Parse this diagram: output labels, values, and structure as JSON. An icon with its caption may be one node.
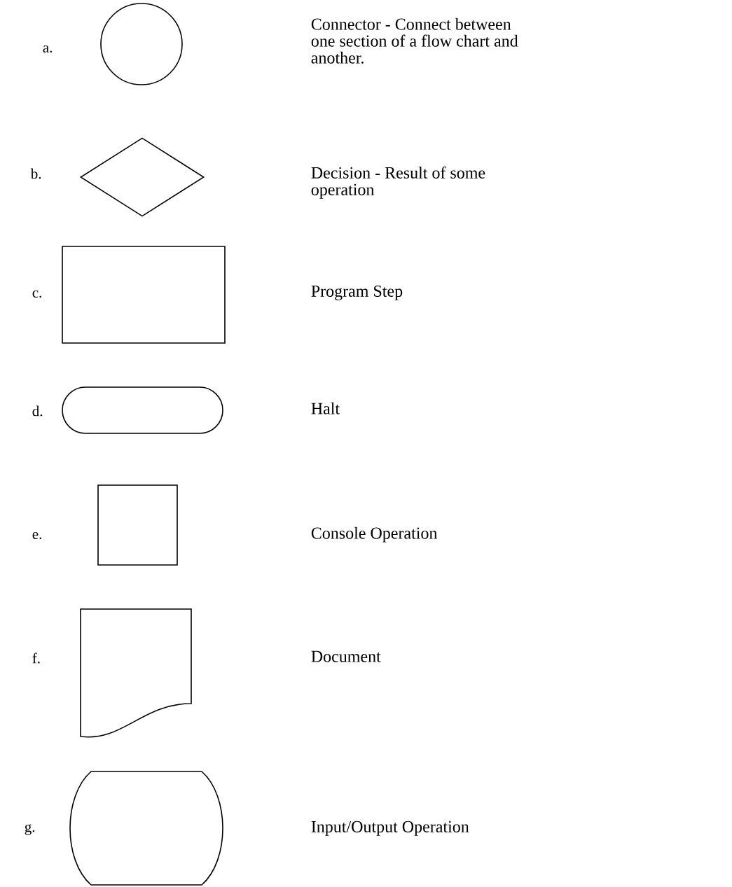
{
  "diagram": {
    "nodes": [
      {
        "text": [],
        "shape": "circle",
        "beside": [
          "a."
        ]
      },
      {
        "text": [],
        "shape": "diamond",
        "beside": [
          "b."
        ]
      },
      {
        "text": [],
        "shape": "box",
        "beside": [
          "c."
        ]
      },
      {
        "text": [],
        "shape": "stadium",
        "beside": [
          "d."
        ]
      },
      {
        "text": [],
        "shape": "box",
        "beside": [
          "e."
        ]
      },
      {
        "text": [],
        "shape": "document",
        "beside": [
          "f."
        ]
      },
      {
        "text": [],
        "shape": "barrel",
        "beside": [
          "g."
        ]
      }
    ],
    "labels": [
      "Connector - Connect between one section of a flow chart and another.",
      "Decision - Result of some operation",
      "Program Step",
      "Halt",
      "Console Operation",
      "Document",
      "Input/Output Operation"
    ]
  }
}
